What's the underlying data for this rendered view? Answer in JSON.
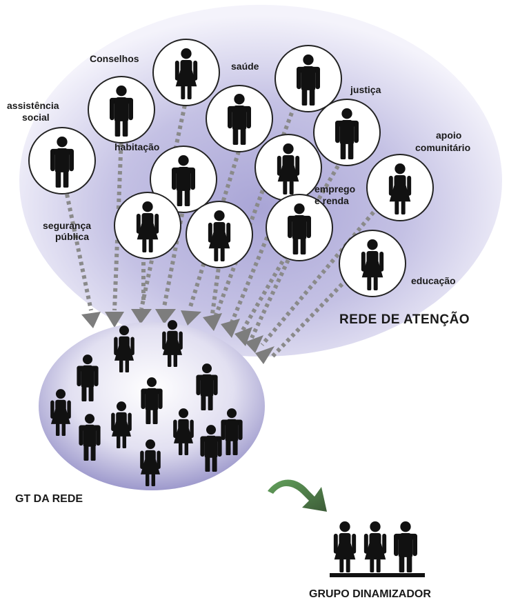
{
  "sectors": [
    {
      "id": "conselhos",
      "label": "Conselhos"
    },
    {
      "id": "saude",
      "label": "saúde"
    },
    {
      "id": "justica",
      "label": "justiça"
    },
    {
      "id": "assistencia",
      "lines": [
        "assistência",
        "social"
      ]
    },
    {
      "id": "habitacao",
      "label": "habitação"
    },
    {
      "id": "apoio",
      "lines": [
        "apoio",
        "comunitário"
      ]
    },
    {
      "id": "emprego",
      "lines": [
        "emprego",
        "e renda"
      ]
    },
    {
      "id": "seguranca",
      "lines": [
        "segurança",
        "pública"
      ]
    },
    {
      "id": "educacao",
      "label": "educação"
    }
  ],
  "titles": {
    "rede": "REDE DE ATENÇÃO",
    "gt": "GT DA REDE",
    "grupo": "GRUPO DINAMIZADOR"
  },
  "colors": {
    "cloud_center": "#b8b5dc",
    "cloud_edge": "#f4f3fb",
    "figure": "#111111",
    "arrow": "#8c8c8c",
    "curved_arrow_start": "#5f9a59",
    "curved_arrow_end": "#3f5f3a"
  },
  "icons": [
    "male-figure-icon",
    "female-figure-icon",
    "curved-arrow-icon"
  ]
}
